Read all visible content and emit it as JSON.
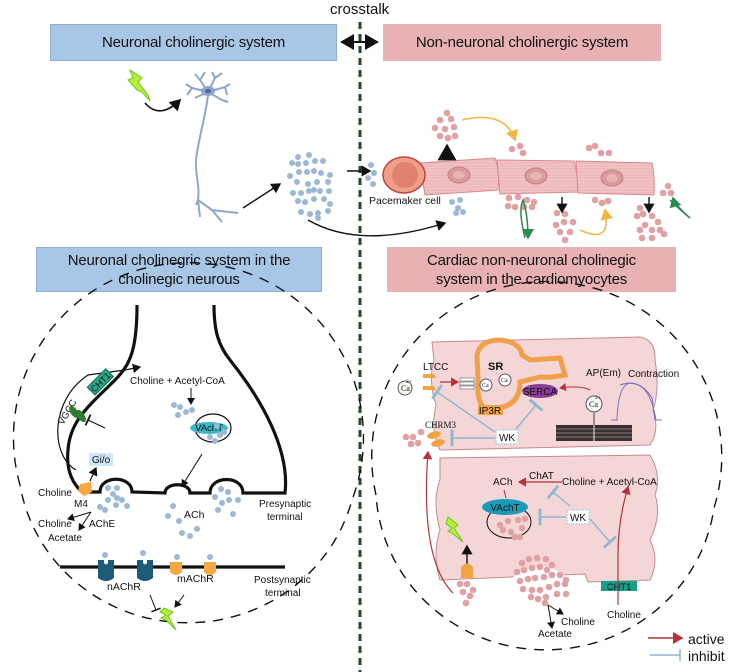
{
  "crosstalk_label": "crosstalk",
  "headers": {
    "neuronal": "Neuronal cholinergic system",
    "non_neuronal": "Non-neuronal cholinergic system",
    "neuronal_detail": "Neuronal cholinegric system in the cholinegic neurous",
    "cardiac_detail": "Cardiac non-neuronal cholinegic system in the cardiomyocytes"
  },
  "top_right": {
    "pacemaker_label": "Pacemaker cell"
  },
  "neuron_panel": {
    "choline_acetylcoa": "Choline + Acetyl-CoA",
    "cht1": "CHT1",
    "vgcc": "VGCC",
    "gio": "Gi/o",
    "vacht": "VAchT",
    "choline": "Choline",
    "m4": "M4",
    "ache": "AChE",
    "choline2": "Choline",
    "acetate": "Acetate",
    "ach": "ACh",
    "presynaptic": "Presynaptic",
    "terminal1": "terminal",
    "nachr": "nAChR",
    "machr": "mAChR",
    "postsynaptic": "Postsynaptic",
    "terminal2": "terminal"
  },
  "cardiac_panel": {
    "ltcc": "LTCC",
    "sr": "SR",
    "ca": "Ca",
    "ca_charge": "2+",
    "serca": "SERCA",
    "ip3r": "IP3R",
    "ap_em": "AP(Em)",
    "contraction": "Contraction",
    "chrm3": "CHRM3",
    "wk1": "WK",
    "wk2": "WK",
    "ach": "ACh",
    "chat": "ChAT",
    "choline_acetylcoa": "Choline + Acetyl-CoA",
    "vacht": "VAchT",
    "cht1": "CHT1",
    "choline": "Choline",
    "choline2": "Choline",
    "acetate": "Acetate"
  },
  "legend": {
    "active": "active",
    "inhibit": "inhibit",
    "active_color": "#b5323a",
    "inhibit_color": "#8fb6d1"
  },
  "colors": {
    "neuronal_header": "#a8c7e6",
    "non_neuronal_header": "#e8b2b4",
    "ach_dot_blue": "#9cb8d4",
    "ach_dot_pink": "#e0a0a4",
    "cardiomyocyte": "#f4d6d6",
    "divider": "#1f4a25"
  }
}
